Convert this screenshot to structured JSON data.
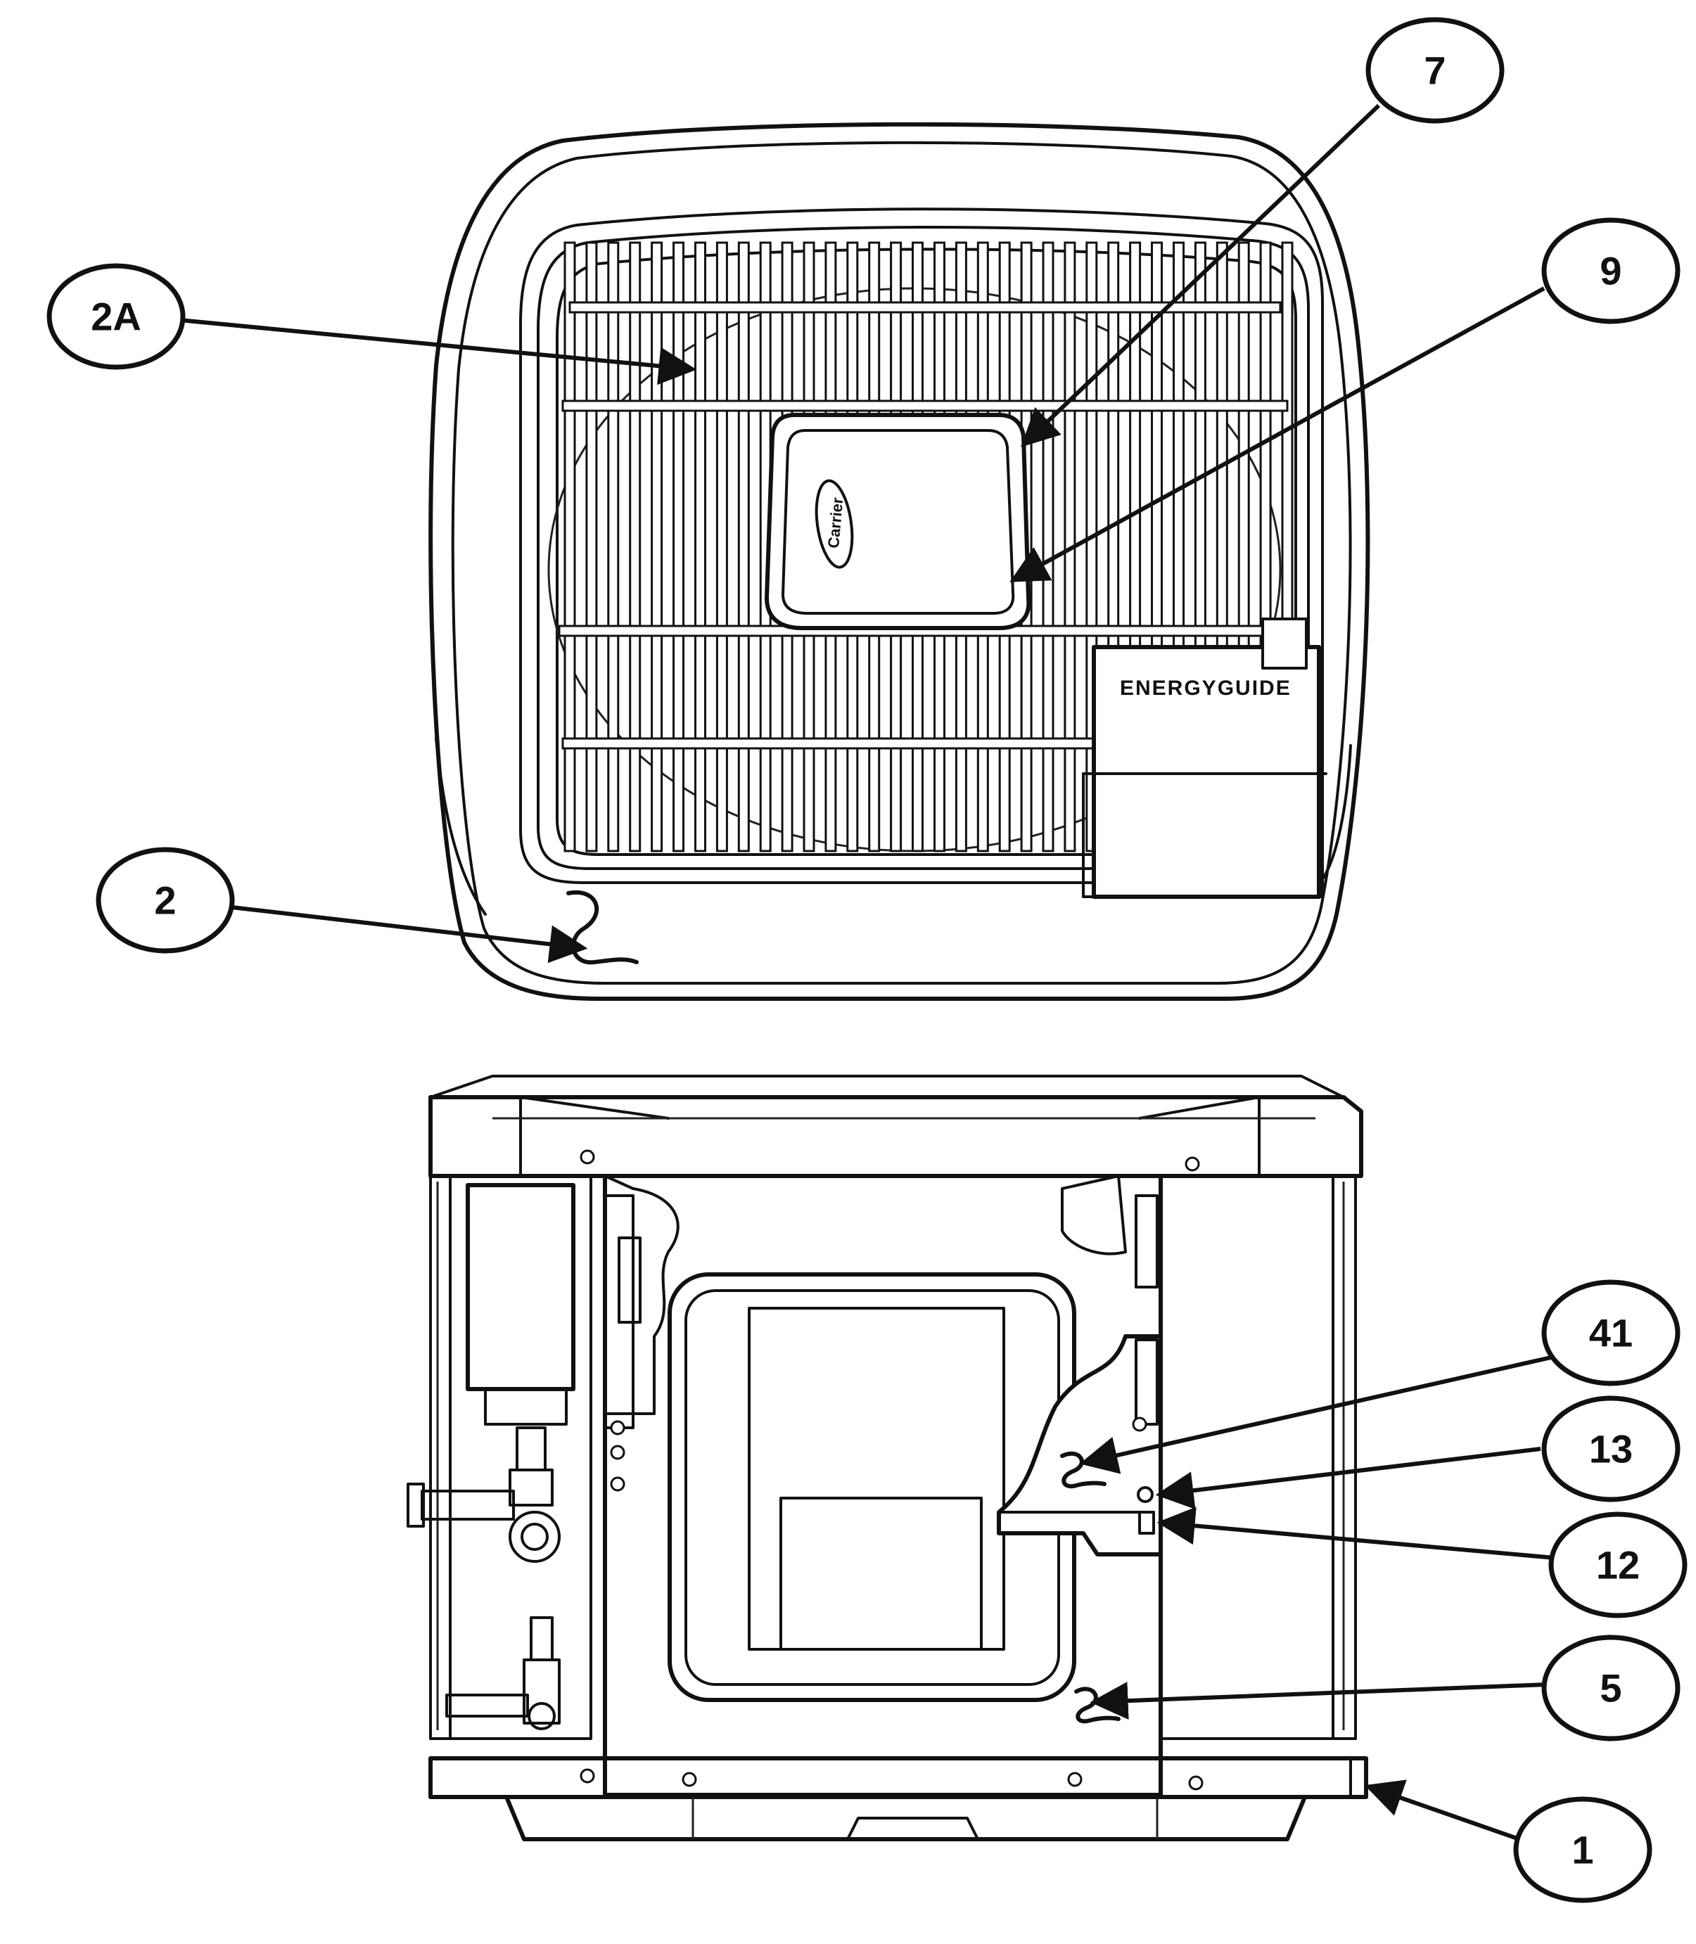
{
  "callouts": [
    {
      "id": "2A",
      "label": "2A"
    },
    {
      "id": "7",
      "label": "7"
    },
    {
      "id": "9",
      "label": "9"
    },
    {
      "id": "2",
      "label": "2"
    },
    {
      "id": "41",
      "label": "41"
    },
    {
      "id": "13",
      "label": "13"
    },
    {
      "id": "12",
      "label": "12"
    },
    {
      "id": "5",
      "label": "5"
    },
    {
      "id": "1",
      "label": "1"
    }
  ],
  "energy_label": "ENERGYGUIDE",
  "brand_logo": "Carrier",
  "colors": {
    "line": "#111111",
    "background": "#ffffff"
  }
}
